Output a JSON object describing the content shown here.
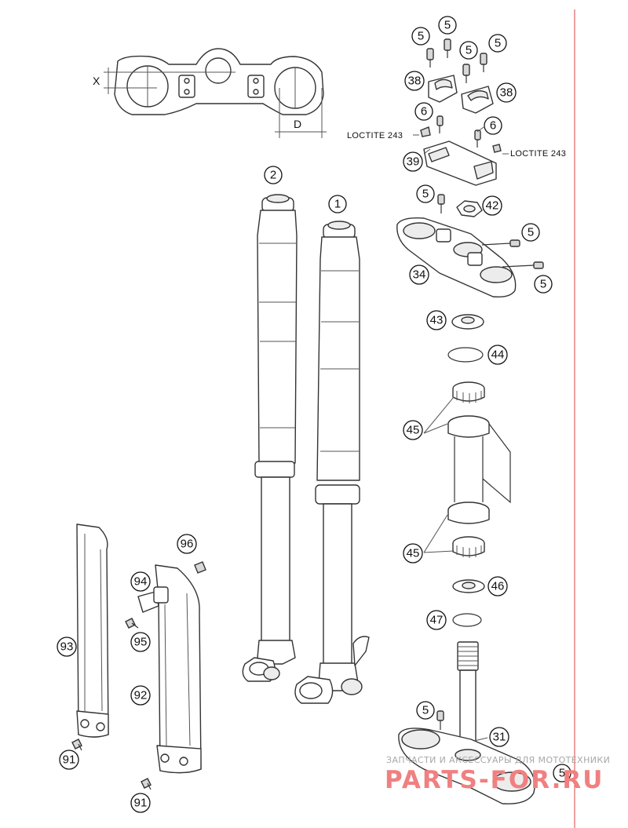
{
  "callouts": [
    {
      "id": "c-1",
      "label": "1"
    },
    {
      "id": "c-2",
      "label": "2"
    },
    {
      "id": "c-5a",
      "label": "5"
    },
    {
      "id": "c-5b",
      "label": "5"
    },
    {
      "id": "c-5c",
      "label": "5"
    },
    {
      "id": "c-5d",
      "label": "5"
    },
    {
      "id": "c-5e",
      "label": "5"
    },
    {
      "id": "c-5f",
      "label": "5"
    },
    {
      "id": "c-5g",
      "label": "5"
    },
    {
      "id": "c-5h",
      "label": "5"
    },
    {
      "id": "c-5i",
      "label": "5"
    },
    {
      "id": "c-6a",
      "label": "6"
    },
    {
      "id": "c-6b",
      "label": "6"
    },
    {
      "id": "c-31",
      "label": "31"
    },
    {
      "id": "c-34",
      "label": "34"
    },
    {
      "id": "c-38a",
      "label": "38"
    },
    {
      "id": "c-38b",
      "label": "38"
    },
    {
      "id": "c-39",
      "label": "39"
    },
    {
      "id": "c-42",
      "label": "42"
    },
    {
      "id": "c-43",
      "label": "43"
    },
    {
      "id": "c-44",
      "label": "44"
    },
    {
      "id": "c-45a",
      "label": "45"
    },
    {
      "id": "c-45b",
      "label": "45"
    },
    {
      "id": "c-46",
      "label": "46"
    },
    {
      "id": "c-47",
      "label": "47"
    },
    {
      "id": "c-91a",
      "label": "91"
    },
    {
      "id": "c-91b",
      "label": "91"
    },
    {
      "id": "c-92",
      "label": "92"
    },
    {
      "id": "c-93",
      "label": "93"
    },
    {
      "id": "c-94",
      "label": "94"
    },
    {
      "id": "c-95",
      "label": "95"
    },
    {
      "id": "c-96",
      "label": "96"
    }
  ],
  "notes": {
    "loctite_left": "LOCTITE 243",
    "loctite_right": "LOCTITE 243",
    "dim_x": "X",
    "dim_d": "D"
  },
  "watermark": {
    "line1": "ЗАПЧАСТИ И АКСЕССУАРЫ ДЛЯ МОТОТЕХНИКИ",
    "line2": "PARTS-FOR.RU"
  },
  "colors": {
    "margin_line": "#e04040",
    "watermark_text": "#f08080",
    "line_art": "#333333"
  }
}
